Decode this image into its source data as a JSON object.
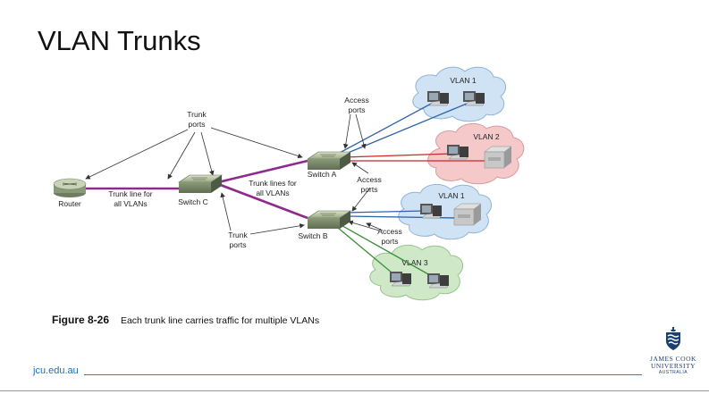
{
  "slide": {
    "title": "VLAN Trunks"
  },
  "diagram": {
    "labels": {
      "router": "Router",
      "switch_c": "Switch C",
      "switch_a": "Switch A",
      "switch_b": "Switch B",
      "trunk_ports_top_1": "Trunk",
      "trunk_ports_top_2": "ports",
      "trunk_ports_bottom_1": "Trunk",
      "trunk_ports_bottom_2": "ports",
      "trunk_line_1": "Trunk line for",
      "trunk_line_2": "all VLANs",
      "trunk_lines_1": "Trunk lines for",
      "trunk_lines_2": "all VLANs",
      "access_ports_top_1": "Access",
      "access_ports_top_2": "ports",
      "access_ports_mid_1": "Access",
      "access_ports_mid_2": "ports",
      "access_ports_bottom_1": "Access",
      "access_ports_bottom_2": "ports"
    },
    "clouds": {
      "vlan1_top": "VLAN 1",
      "vlan2": "VLAN 2",
      "vlan1_bottom": "VLAN 1",
      "vlan3": "VLAN 3"
    },
    "colors": {
      "trunk": "#8e2a8e",
      "vlan1": "#2e63a8",
      "vlan2": "#c8282e",
      "vlan3": "#3a8f3a",
      "cloud_blue": "#cfe3f5",
      "cloud_red": "#f5c9c9",
      "cloud_green": "#cfe9c8"
    }
  },
  "caption": {
    "figure_number": "Figure 8-26",
    "text": "Each trunk line carries traffic for multiple VLANs"
  },
  "footer": {
    "url": "jcu.edu.au",
    "logo_line1": "JAMES COOK",
    "logo_line2": "UNIVERSITY",
    "logo_line3": "AUSTRALIA"
  }
}
